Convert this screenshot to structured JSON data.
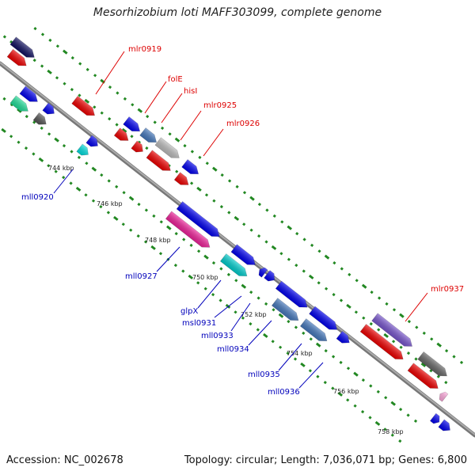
{
  "title": "Mesorhizobium loti MAFF303099, complete genome",
  "footer": {
    "accession": "Accession: NC_002678",
    "summary": "Topology: circular; Length: 7,036,071 bp; Genes: 6,800"
  },
  "colors": {
    "plus_label": "#dd0000",
    "minus_label": "#0000bb",
    "backbone": "#888888",
    "tick": "#228822"
  },
  "scale_labels": [
    "744 kbp",
    "746 kbp",
    "748 kbp",
    "750 kbp",
    "752 kbp",
    "754 kbp",
    "756 kbp",
    "758 kbp"
  ],
  "plus_labels": [
    "mlr0919",
    "folE",
    "hisI",
    "mlr0925",
    "mlr0926",
    "mlr0937"
  ],
  "minus_labels": [
    "mll0920",
    "mll0927",
    "glpX",
    "msl0931",
    "mll0933",
    "mll0934",
    "mll0935",
    "mll0936"
  ]
}
